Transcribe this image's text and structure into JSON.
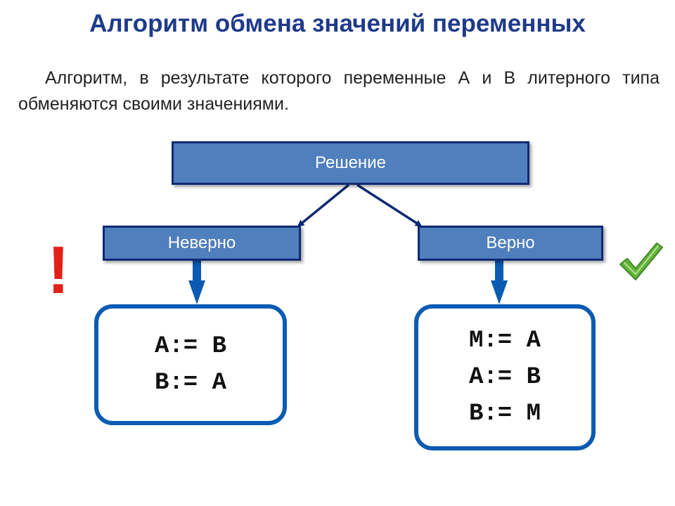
{
  "title": "Алгоритм обмена значений переменных",
  "description": "Алгоритм, в результате которого переменные А и В литерного типа обменяются своими значениями.",
  "diagram": {
    "root": {
      "label": "Решение"
    },
    "wrong": {
      "label": "Неверно",
      "code": [
        "A:= B",
        "B:= A"
      ],
      "marker": "!"
    },
    "right": {
      "label": "Верно",
      "code": [
        "M:= A",
        "A:= B",
        "B:= M"
      ],
      "marker_icon": "checkmark-icon"
    }
  },
  "colors": {
    "title": "#1f3a8a",
    "box_fill": "#4f7fbd",
    "box_border": "#0f2a74",
    "arrow": "#0b5bb3",
    "exclamation": "#e32119",
    "check": "#63b33b"
  }
}
